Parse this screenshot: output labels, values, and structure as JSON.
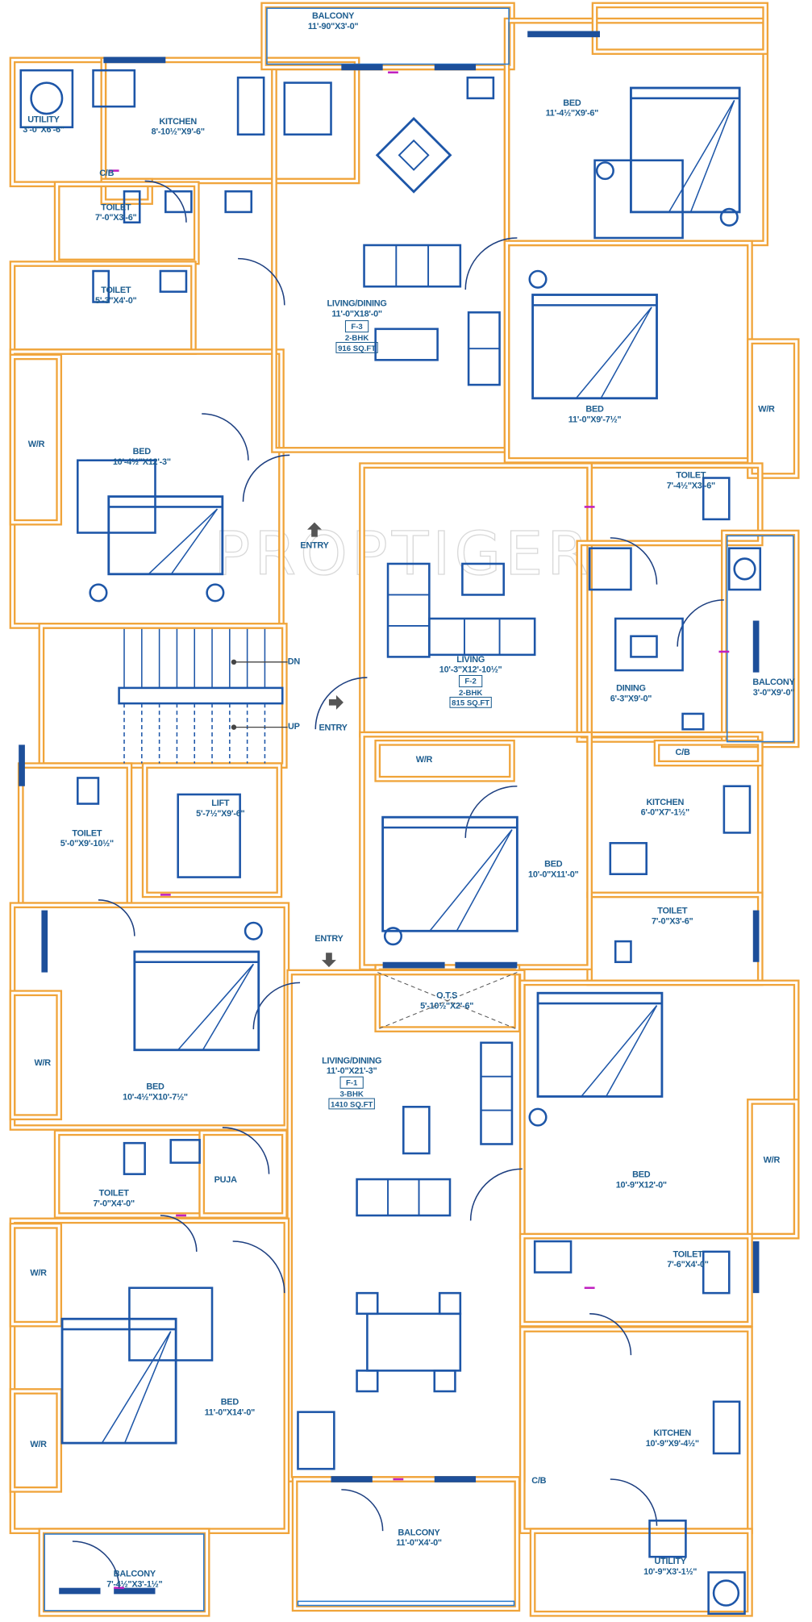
{
  "watermark": "PROPTIGER",
  "colors": {
    "wall": "#f0a43a",
    "fixture": "#1d56a8",
    "label": "#1d5d8f",
    "door_marker": "#c020c0"
  },
  "flats": [
    {
      "id": "F-3",
      "type": "2-BHK",
      "area": "916 SQ.FT"
    },
    {
      "id": "F-2",
      "type": "2-BHK",
      "area": "815 SQ.FT"
    },
    {
      "id": "F-1",
      "type": "3-BHK",
      "area": "1410 SQ.FT"
    }
  ],
  "rooms": [
    {
      "name": "BALCONY",
      "size": "11'-90\"X3'-0\""
    },
    {
      "name": "UTILITY",
      "size": "3'-0\"X6'-6\""
    },
    {
      "name": "KITCHEN",
      "size": "8'-10½\"X9'-6\""
    },
    {
      "name": "C/B",
      "size": ""
    },
    {
      "name": "TOILET",
      "size": "7'-0\"X3'-6\""
    },
    {
      "name": "BED",
      "size": "11'-4½\"X9'-6\""
    },
    {
      "name": "TOILET",
      "size": "5'-3\"X4'-0\""
    },
    {
      "name": "LIVING/DINING",
      "size": "11'-0\"X18'-0\""
    },
    {
      "name": "BED",
      "size": "11'-0\"X9'-7½\""
    },
    {
      "name": "W/R",
      "size": ""
    },
    {
      "name": "W/R",
      "size": ""
    },
    {
      "name": "BED",
      "size": "10'-4½\"X12'-3\""
    },
    {
      "name": "TOILET",
      "size": "7'-4½\"X3'-6\""
    },
    {
      "name": "LIVING",
      "size": "10'-3\"X12'-10½\""
    },
    {
      "name": "DINING",
      "size": "6'-3\"X9'-0\""
    },
    {
      "name": "BALCONY",
      "size": "3'-0\"X9'-0\""
    },
    {
      "name": "W/R",
      "size": ""
    },
    {
      "name": "C/B",
      "size": ""
    },
    {
      "name": "KITCHEN",
      "size": "6'-0\"X7'-1½\""
    },
    {
      "name": "BED",
      "size": "10'-0\"X11'-0\""
    },
    {
      "name": "TOILET",
      "size": "7'-0\"X3'-6\""
    },
    {
      "name": "TOILET",
      "size": "5'-0\"X9'-10½\""
    },
    {
      "name": "LIFT",
      "size": "5'-7½\"X9'-6\""
    },
    {
      "name": "O.T.S",
      "size": "5'-10½\"X2'-6\""
    },
    {
      "name": "W/R",
      "size": ""
    },
    {
      "name": "BED",
      "size": "10'-4½\"X10'-7½\""
    },
    {
      "name": "LIVING/DINING",
      "size": "11'-0\"X21'-3\""
    },
    {
      "name": "W/R",
      "size": ""
    },
    {
      "name": "BED",
      "size": "10'-9\"X12'-0\""
    },
    {
      "name": "TOILET",
      "size": "7'-0\"X4'-0\""
    },
    {
      "name": "PUJA",
      "size": ""
    },
    {
      "name": "TOILET",
      "size": "7'-6\"X4'-0\""
    },
    {
      "name": "W/R",
      "size": ""
    },
    {
      "name": "BED",
      "size": "11'-0\"X14'-0\""
    },
    {
      "name": "W/R",
      "size": ""
    },
    {
      "name": "KITCHEN",
      "size": "10'-9\"X9'-4½\""
    },
    {
      "name": "C/B",
      "size": ""
    },
    {
      "name": "BALCONY",
      "size": "11'-0\"X4'-0\""
    },
    {
      "name": "BALCONY",
      "size": "7'-4½\"X3'-1½\""
    },
    {
      "name": "UTILITY",
      "size": "10'-9\"X3'-1½\""
    }
  ],
  "markers": {
    "entry": "ENTRY",
    "down": "DN",
    "up": "UP"
  }
}
